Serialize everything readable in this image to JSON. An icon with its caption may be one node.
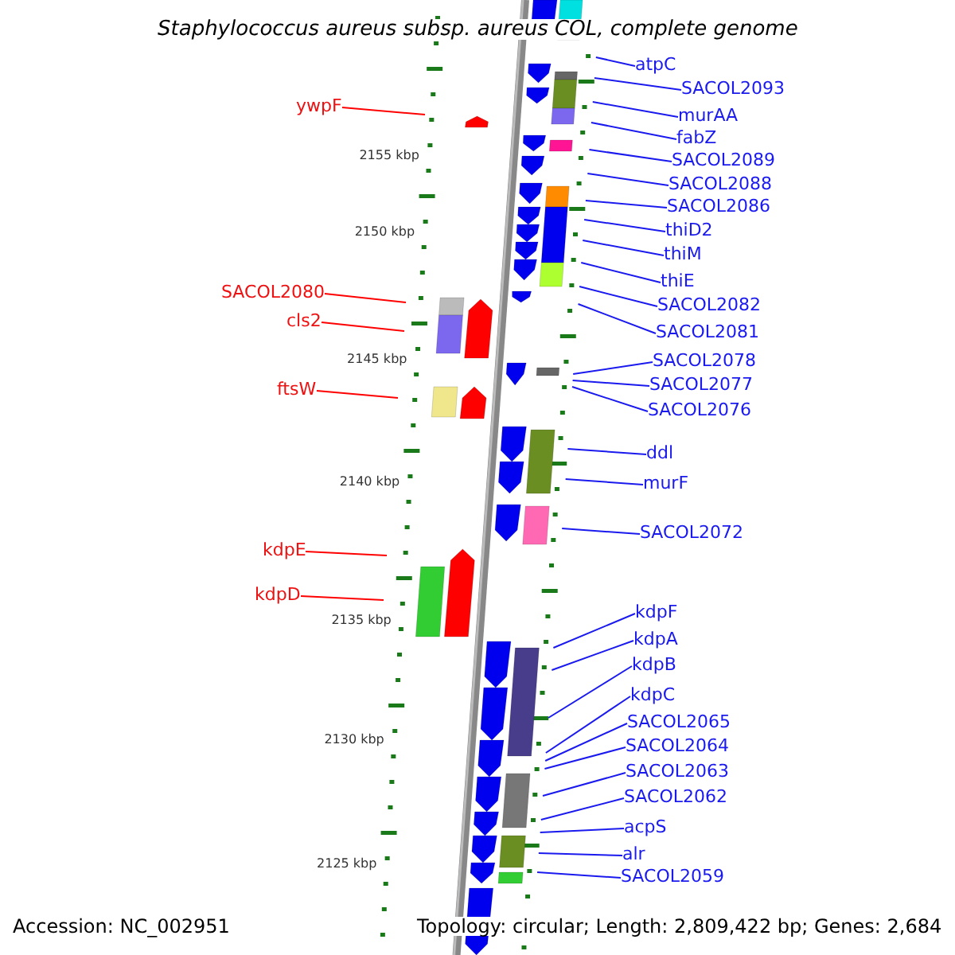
{
  "diagram": {
    "title": "Staphylococcus aureus subsp. aureus COL, complete genome",
    "nodes": [
      {
        "text": [
          "atpC"
        ]
      },
      {
        "text": [
          "SACOL2093"
        ]
      },
      {
        "text": [
          "ywpF"
        ]
      },
      {
        "text": [
          "murAA"
        ]
      },
      {
        "text": [
          "fabZ"
        ]
      },
      {
        "text": [
          "SACOL2089"
        ]
      },
      {
        "text": [
          "SACOL2088"
        ]
      },
      {
        "text": [
          "SACOL2086"
        ]
      },
      {
        "text": [
          "thiD2"
        ]
      },
      {
        "text": [
          "thiM"
        ]
      },
      {
        "text": [
          "thiE"
        ]
      },
      {
        "text": [
          "SACOL2080"
        ]
      },
      {
        "text": [
          "SACOL2082"
        ]
      },
      {
        "text": [
          "cls2"
        ]
      },
      {
        "text": [
          "SACOL2081"
        ]
      },
      {
        "text": [
          "SACOL2078"
        ]
      },
      {
        "text": [
          "SACOL2077"
        ]
      },
      {
        "text": [
          "ftsW"
        ]
      },
      {
        "text": [
          "SACOL2076"
        ]
      },
      {
        "text": [
          "ddl"
        ]
      },
      {
        "text": [
          "murF"
        ]
      },
      {
        "text": [
          "SACOL2072"
        ]
      },
      {
        "text": [
          "kdpE"
        ]
      },
      {
        "text": [
          "kdpD"
        ]
      },
      {
        "text": [
          "kdpF"
        ]
      },
      {
        "text": [
          "kdpA"
        ]
      },
      {
        "text": [
          "kdpB"
        ]
      },
      {
        "text": [
          "kdpC"
        ]
      },
      {
        "text": [
          "SACOL2065"
        ]
      },
      {
        "text": [
          "SACOL2064"
        ]
      },
      {
        "text": [
          "SACOL2063"
        ]
      },
      {
        "text": [
          "SACOL2062"
        ]
      },
      {
        "text": [
          "acpS"
        ]
      },
      {
        "text": [
          "alr"
        ]
      },
      {
        "text": [
          "SACOL2059"
        ]
      }
    ],
    "edges": [
      {
        "from": 0,
        "to": null,
        "arrow": "none"
      },
      {
        "from": 1,
        "to": null,
        "arrow": "none"
      },
      {
        "from": 2,
        "to": null,
        "arrow": "none",
        "color": "#ff0000"
      },
      {
        "from": 3,
        "to": null,
        "arrow": "none"
      },
      {
        "from": 4,
        "to": null,
        "arrow": "none"
      },
      {
        "from": 5,
        "to": null,
        "arrow": "none"
      },
      {
        "from": 6,
        "to": null,
        "arrow": "none"
      },
      {
        "from": 7,
        "to": null,
        "arrow": "none"
      },
      {
        "from": 8,
        "to": null,
        "arrow": "none"
      },
      {
        "from": 9,
        "to": null,
        "arrow": "none"
      },
      {
        "from": 10,
        "to": null,
        "arrow": "none"
      },
      {
        "from": 11,
        "to": null,
        "arrow": "none",
        "color": "#ff0000"
      },
      {
        "from": 12,
        "to": null,
        "arrow": "none"
      },
      {
        "from": 13,
        "to": null,
        "arrow": "none",
        "color": "#ff0000"
      },
      {
        "from": 14,
        "to": null,
        "arrow": "none"
      },
      {
        "from": 15,
        "to": null,
        "arrow": "none"
      },
      {
        "from": 16,
        "to": null,
        "arrow": "none"
      },
      {
        "from": 17,
        "to": null,
        "arrow": "none",
        "color": "#ff0000"
      },
      {
        "from": 18,
        "to": null,
        "arrow": "none"
      },
      {
        "from": 19,
        "to": null,
        "arrow": "none"
      },
      {
        "from": 20,
        "to": null,
        "arrow": "none"
      },
      {
        "from": 21,
        "to": null,
        "arrow": "none"
      },
      {
        "from": 22,
        "to": null,
        "arrow": "none",
        "color": "#ff0000"
      },
      {
        "from": 23,
        "to": null,
        "arrow": "none",
        "color": "#ff0000"
      },
      {
        "from": 24,
        "to": null,
        "arrow": "none"
      },
      {
        "from": 25,
        "to": null,
        "arrow": "none"
      },
      {
        "from": 26,
        "to": null,
        "arrow": "none"
      },
      {
        "from": 27,
        "to": null,
        "arrow": "none"
      },
      {
        "from": 28,
        "to": null,
        "arrow": "none"
      },
      {
        "from": 29,
        "to": null,
        "arrow": "none"
      },
      {
        "from": 30,
        "to": null,
        "arrow": "none"
      },
      {
        "from": 31,
        "to": null,
        "arrow": "none"
      },
      {
        "from": 32,
        "to": null,
        "arrow": "none"
      },
      {
        "from": 33,
        "to": null,
        "arrow": "none"
      },
      {
        "from": 34,
        "to": null,
        "arrow": "none"
      }
    ],
    "labels": [
      "2155 kbp",
      "2150 kbp",
      "2145 kbp",
      "2140 kbp",
      "2135 kbp",
      "2130 kbp",
      "2125 kbp",
      "Accession: NC_002951",
      "Topology: circular; Length: 2,809,422 bp; Genes: 2,684"
    ]
  }
}
